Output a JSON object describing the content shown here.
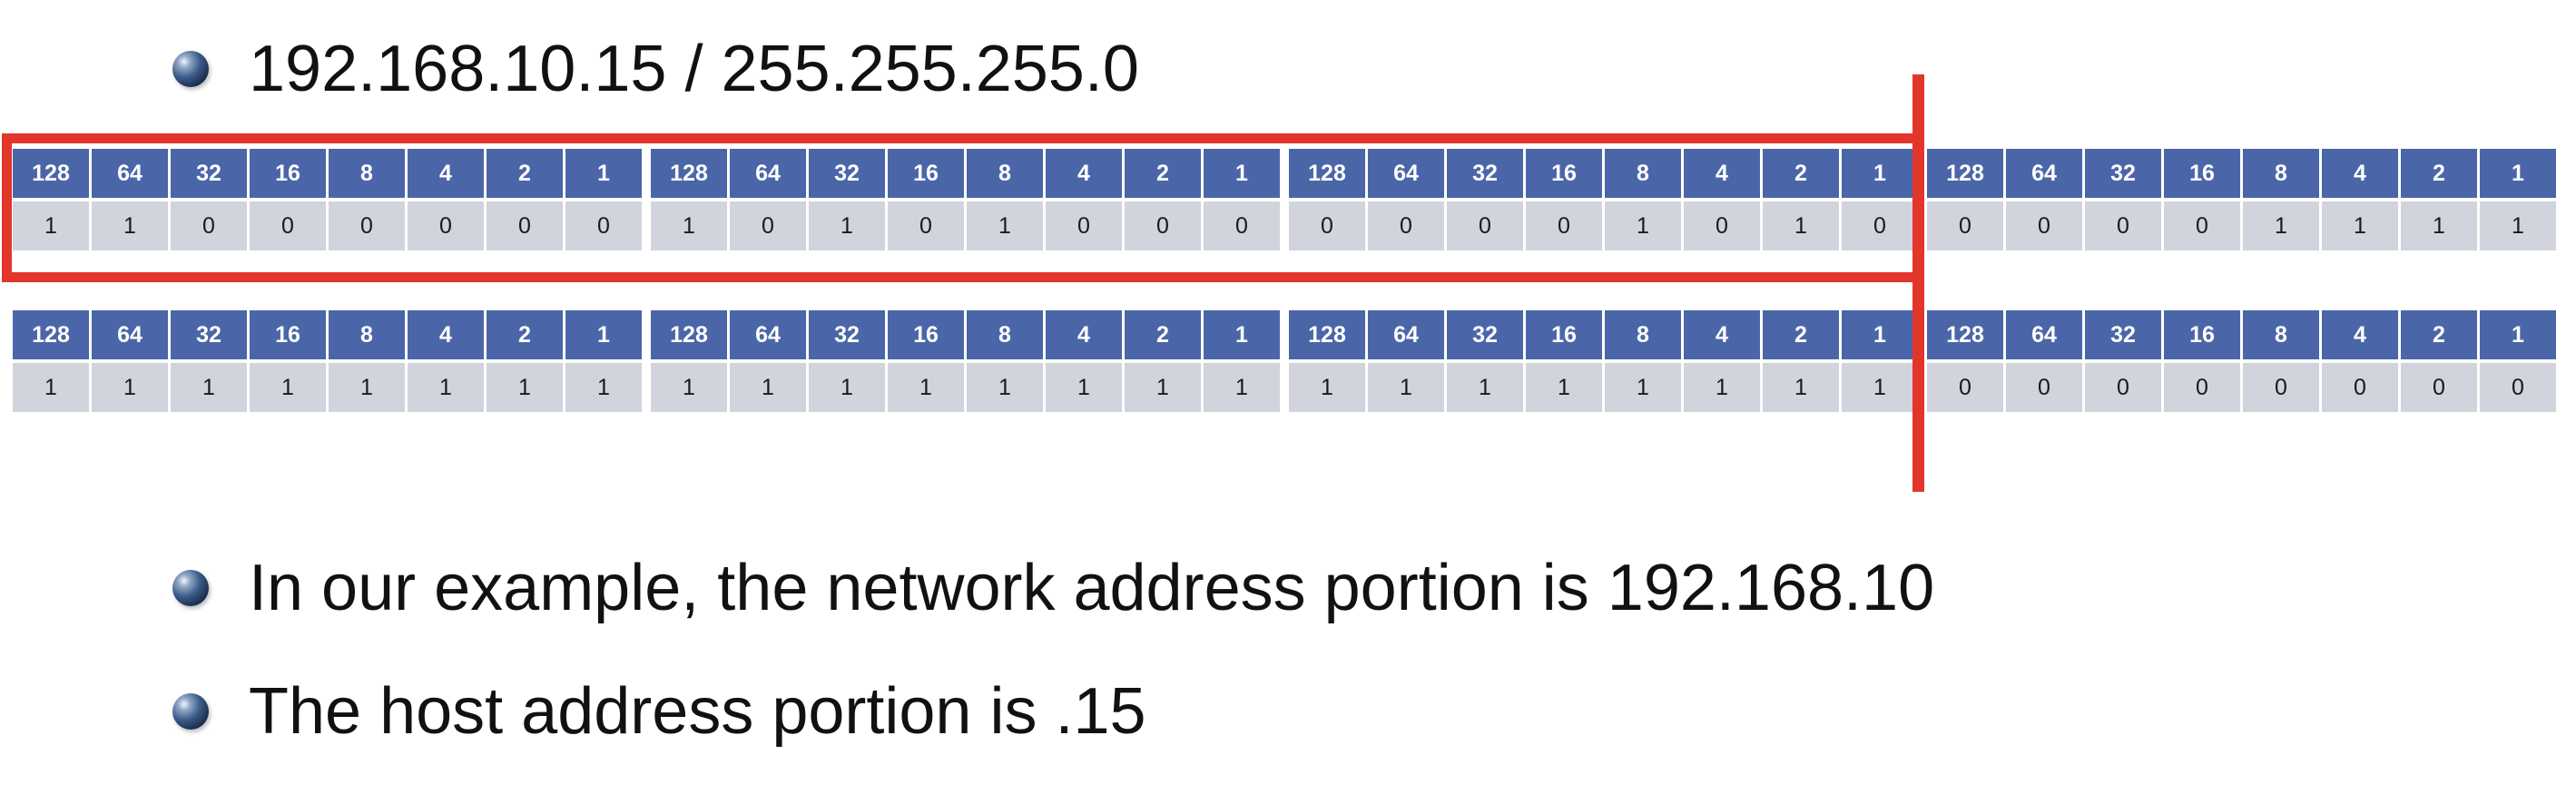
{
  "bullets": {
    "line1": "192.168.10.15 / 255.255.255.0",
    "line2": "In our example, the network address portion is 192.168.10",
    "line3": "The host address portion is .15"
  },
  "headers": [
    "128",
    "64",
    "32",
    "16",
    "8",
    "4",
    "2",
    "1"
  ],
  "ip_bits": [
    [
      "1",
      "1",
      "0",
      "0",
      "0",
      "0",
      "0",
      "0"
    ],
    [
      "1",
      "0",
      "1",
      "0",
      "1",
      "0",
      "0",
      "0"
    ],
    [
      "0",
      "0",
      "0",
      "0",
      "1",
      "0",
      "1",
      "0"
    ],
    [
      "0",
      "0",
      "0",
      "0",
      "1",
      "1",
      "1",
      "1"
    ]
  ],
  "mask_bits": [
    [
      "1",
      "1",
      "1",
      "1",
      "1",
      "1",
      "1",
      "1"
    ],
    [
      "1",
      "1",
      "1",
      "1",
      "1",
      "1",
      "1",
      "1"
    ],
    [
      "1",
      "1",
      "1",
      "1",
      "1",
      "1",
      "1",
      "1"
    ],
    [
      "0",
      "0",
      "0",
      "0",
      "0",
      "0",
      "0",
      "0"
    ]
  ],
  "colors": {
    "header_bg": "#4b66a8",
    "value_bg": "#d1d3dd",
    "highlight": "#e2362b"
  },
  "icons": {
    "bullet": "sphere-bullet-icon"
  }
}
